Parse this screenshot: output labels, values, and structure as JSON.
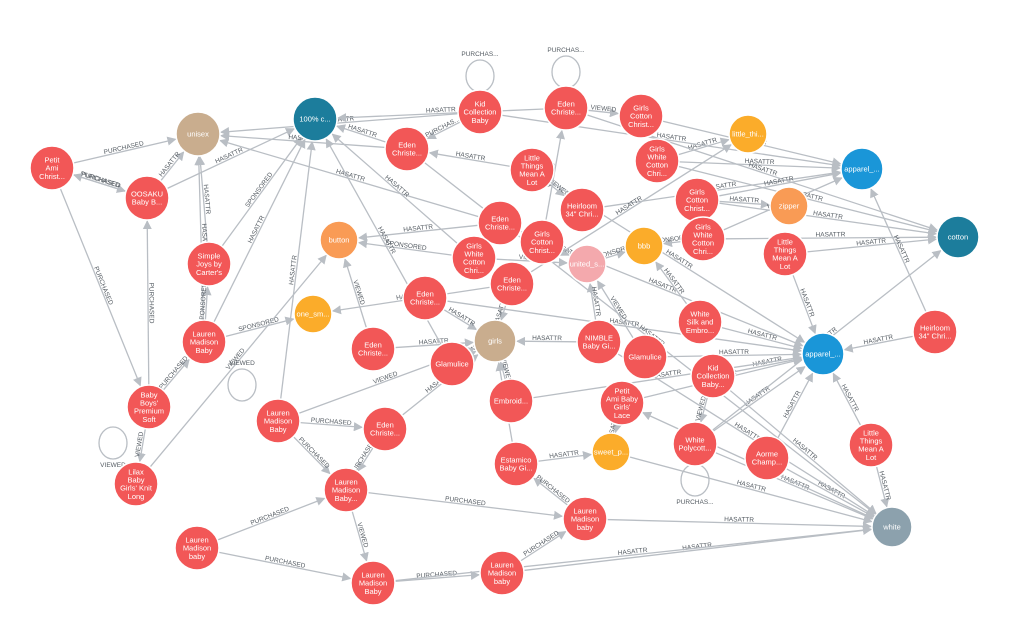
{
  "colors": {
    "product": "#f25757",
    "product_light": "#f4a9ad",
    "attribute_tan": "#c9ad8e",
    "attribute_orange": "#fbac2a",
    "attribute_salmon": "#f99b55",
    "attribute_blue": "#1a96d8",
    "attribute_teal": "#1c7d9c",
    "attribute_gray": "#8ca1ad",
    "edge": "#b9bec4"
  },
  "nodes": [
    {
      "id": "n1",
      "label": [
        "Petit",
        "Ami",
        "Christ..."
      ],
      "type": "product"
    },
    {
      "id": "n2",
      "label": [
        "OOSAKU",
        "Baby B..."
      ],
      "type": "product"
    },
    {
      "id": "n3",
      "label": [
        "unisex"
      ],
      "type": "attribute_tan"
    },
    {
      "id": "n4",
      "label": [
        "100% c..."
      ],
      "type": "attribute_teal"
    },
    {
      "id": "n5",
      "label": [
        "Eden",
        "Christe..."
      ],
      "type": "product"
    },
    {
      "id": "n6",
      "label": [
        "Kid",
        "Collection",
        "Baby"
      ],
      "type": "product"
    },
    {
      "id": "n7",
      "label": [
        "Eden",
        "Christe..."
      ],
      "type": "product"
    },
    {
      "id": "n8",
      "label": [
        "Girls",
        "Cotton",
        "Christ..."
      ],
      "type": "product"
    },
    {
      "id": "n9",
      "label": [
        "little_thi..."
      ],
      "type": "attribute_orange"
    },
    {
      "id": "n10",
      "label": [
        "apparel_..."
      ],
      "type": "attribute_blue"
    },
    {
      "id": "n11",
      "label": [
        "cotton"
      ],
      "type": "attribute_teal"
    },
    {
      "id": "n12",
      "label": [
        "Little",
        "Things",
        "Mean A",
        "Lot"
      ],
      "type": "product"
    },
    {
      "id": "n13",
      "label": [
        "Girls",
        "White",
        "Cotton",
        "Chri..."
      ],
      "type": "product"
    },
    {
      "id": "n14",
      "label": [
        "Heirloom",
        "34\" Chri..."
      ],
      "type": "product"
    },
    {
      "id": "n15",
      "label": [
        "Girls",
        "Cotton",
        "Christ..."
      ],
      "type": "product"
    },
    {
      "id": "n16",
      "label": [
        "zipper"
      ],
      "type": "attribute_salmon"
    },
    {
      "id": "n17",
      "label": [
        "Simple",
        "Joys by",
        "Carter's"
      ],
      "type": "product"
    },
    {
      "id": "n18",
      "label": [
        "button"
      ],
      "type": "attribute_salmon"
    },
    {
      "id": "n19",
      "label": [
        "Eden",
        "Christe..."
      ],
      "type": "product"
    },
    {
      "id": "n20",
      "label": [
        "Girls",
        "White",
        "Cotton",
        "Chri..."
      ],
      "type": "product"
    },
    {
      "id": "n21",
      "label": [
        "Girls",
        "Cotton",
        "Christ..."
      ],
      "type": "product"
    },
    {
      "id": "n22",
      "label": [
        "united_s..."
      ],
      "type": "product_light"
    },
    {
      "id": "n23",
      "label": [
        "bbb"
      ],
      "type": "attribute_orange"
    },
    {
      "id": "n24",
      "label": [
        "Girls",
        "White",
        "Cotton",
        "Chri..."
      ],
      "type": "product"
    },
    {
      "id": "n25",
      "label": [
        "Little",
        "Things",
        "Mean A",
        "Lot"
      ],
      "type": "product"
    },
    {
      "id": "n26",
      "label": [
        "Eden",
        "Christe..."
      ],
      "type": "product"
    },
    {
      "id": "n27",
      "label": [
        "Eden",
        "Christe..."
      ],
      "type": "product"
    },
    {
      "id": "n28",
      "label": [
        "one_sm..."
      ],
      "type": "attribute_orange"
    },
    {
      "id": "n29",
      "label": [
        "Lauren",
        "Madison",
        "Baby"
      ],
      "type": "product"
    },
    {
      "id": "n30",
      "label": [
        "girls"
      ],
      "type": "attribute_tan"
    },
    {
      "id": "n31",
      "label": [
        "NIMBLE",
        "Baby Gi..."
      ],
      "type": "product"
    },
    {
      "id": "n32",
      "label": [
        "White",
        "Silk and",
        "Embro..."
      ],
      "type": "product"
    },
    {
      "id": "n33",
      "label": [
        "Heirloom",
        "34\" Chri..."
      ],
      "type": "product"
    },
    {
      "id": "n34",
      "label": [
        "apparel_..."
      ],
      "type": "attribute_blue"
    },
    {
      "id": "n35",
      "label": [
        "Baby",
        "Boys'",
        "Premium",
        "Soft"
      ],
      "type": "product"
    },
    {
      "id": "n36",
      "label": [
        "Eden",
        "Christe..."
      ],
      "type": "product"
    },
    {
      "id": "n37",
      "label": [
        "Glamulice"
      ],
      "type": "product"
    },
    {
      "id": "n38",
      "label": [
        "Glamulice"
      ],
      "type": "product"
    },
    {
      "id": "n39",
      "label": [
        "Kid",
        "Collection",
        "Baby..."
      ],
      "type": "product"
    },
    {
      "id": "n40",
      "label": [
        "Embroid..."
      ],
      "type": "product"
    },
    {
      "id": "n41",
      "label": [
        "Petit",
        "Ami Baby",
        "Girls'",
        "Lace"
      ],
      "type": "product"
    },
    {
      "id": "n42",
      "label": [
        "Lauren",
        "Madison",
        "Baby"
      ],
      "type": "product"
    },
    {
      "id": "n43",
      "label": [
        "Eden",
        "Christe..."
      ],
      "type": "product"
    },
    {
      "id": "n44",
      "label": [
        "Estamico",
        "Baby Gi..."
      ],
      "type": "product"
    },
    {
      "id": "n45",
      "label": [
        "sweet_p..."
      ],
      "type": "attribute_orange"
    },
    {
      "id": "n46",
      "label": [
        "White",
        "Polycott..."
      ],
      "type": "product"
    },
    {
      "id": "n47",
      "label": [
        "Aorme",
        "Champ..."
      ],
      "type": "product"
    },
    {
      "id": "n48",
      "label": [
        "Little",
        "Things",
        "Mean A",
        "Lot"
      ],
      "type": "product"
    },
    {
      "id": "n49",
      "label": [
        "Lilax",
        "Baby",
        "Girls' Knit",
        "Long"
      ],
      "type": "product"
    },
    {
      "id": "n50",
      "label": [
        "Lauren",
        "Madison",
        "Baby..."
      ],
      "type": "product"
    },
    {
      "id": "n51",
      "label": [
        "Lauren",
        "Madison",
        "baby"
      ],
      "type": "product"
    },
    {
      "id": "n52",
      "label": [
        "white"
      ],
      "type": "attribute_gray"
    },
    {
      "id": "n53",
      "label": [
        "Lauren",
        "Madison",
        "baby"
      ],
      "type": "product"
    },
    {
      "id": "n54",
      "label": [
        "Lauren",
        "Madison",
        "Baby"
      ],
      "type": "product"
    },
    {
      "id": "n55",
      "label": [
        "Lauren",
        "Madison",
        "baby"
      ],
      "type": "product"
    }
  ],
  "edges": [
    {
      "s": "n1",
      "t": "n3",
      "label": "PURCHASED"
    },
    {
      "s": "n1",
      "t": "n2",
      "label": "PURCHASED"
    },
    {
      "s": "n2",
      "t": "n1",
      "label": "PURCHASED"
    },
    {
      "s": "n1",
      "t": "n35",
      "label": "PURCHASED"
    },
    {
      "s": "n35",
      "t": "n2",
      "label": "PURCHASED"
    },
    {
      "s": "n35",
      "t": "n29",
      "label": "PURCHASED"
    },
    {
      "s": "n35",
      "t": "n49",
      "label": "VIEWED"
    },
    {
      "s": "n2",
      "t": "n3",
      "label": "HASATTR"
    },
    {
      "s": "n2",
      "t": "n4",
      "label": "HASATTR"
    },
    {
      "s": "n17",
      "t": "n3",
      "label": "HASATTR"
    },
    {
      "s": "n17",
      "t": "n4",
      "label": "SPONSORED"
    },
    {
      "s": "n29",
      "t": "n3",
      "label": "HASATTR"
    },
    {
      "s": "n29",
      "t": "n17",
      "label": "SPONSORED"
    },
    {
      "s": "n29",
      "t": "n28",
      "label": "SPONSORED"
    },
    {
      "s": "n49",
      "t": "n18",
      "label": "VIEWED"
    },
    {
      "s": "n5",
      "t": "n3",
      "label": "HASATTR"
    },
    {
      "s": "n5",
      "t": "n4",
      "label": "HASATTR"
    },
    {
      "s": "n6",
      "t": "n3",
      "label": "HASATTR"
    },
    {
      "s": "n7",
      "t": "n4",
      "label": "HASATTR"
    },
    {
      "s": "n6",
      "t": "n5",
      "label": "PURCHAS..."
    },
    {
      "s": "n7",
      "t": "n8",
      "label": "VIEWED"
    },
    {
      "s": "n19",
      "t": "n3",
      "label": "HASATTR"
    },
    {
      "s": "n19",
      "t": "n18",
      "label": "HASATTR"
    },
    {
      "s": "n20",
      "t": "n18",
      "label": "SPONSORED"
    },
    {
      "s": "n20",
      "t": "n4",
      "label": "HASATTR"
    },
    {
      "s": "n12",
      "t": "n5",
      "label": "HASATTR"
    },
    {
      "s": "n12",
      "t": "n14",
      "label": "VIEWED"
    },
    {
      "s": "n14",
      "t": "n10",
      "label": "HASATTR"
    },
    {
      "s": "n13",
      "t": "n9",
      "label": "HASATTR"
    },
    {
      "s": "n13",
      "t": "n10",
      "label": "HASATTR"
    },
    {
      "s": "n15",
      "t": "n10",
      "label": "HASATTR"
    },
    {
      "s": "n15",
      "t": "n16",
      "label": "HASATTR"
    },
    {
      "s": "n24",
      "t": "n11",
      "label": "HASATTR"
    },
    {
      "s": "n25",
      "t": "n11",
      "label": "HASATTR"
    },
    {
      "s": "n25",
      "t": "n34",
      "label": "HASATTR"
    },
    {
      "s": "n33",
      "t": "n34",
      "label": "HASATTR"
    },
    {
      "s": "n33",
      "t": "n10",
      "label": "HASATTR"
    },
    {
      "s": "n22",
      "t": "n23",
      "label": "SPONSORED"
    },
    {
      "s": "n21",
      "t": "n22",
      "label": "HASATTR"
    },
    {
      "s": "n27",
      "t": "n30",
      "label": "HASATTR"
    },
    {
      "s": "n26",
      "t": "n30",
      "label": "HASATTR"
    },
    {
      "s": "n26",
      "t": "n28",
      "label": "HASATTR"
    },
    {
      "s": "n36",
      "t": "n30",
      "label": "HASATTR"
    },
    {
      "s": "n37",
      "t": "n30",
      "label": "HASATTR"
    },
    {
      "s": "n31",
      "t": "n30",
      "label": "HASATTR"
    },
    {
      "s": "n31",
      "t": "n22",
      "label": "HASATTR"
    },
    {
      "s": "n32",
      "t": "n34",
      "label": "HASATTR"
    },
    {
      "s": "n38",
      "t": "n34",
      "label": "HASATTR"
    },
    {
      "s": "n39",
      "t": "n34",
      "label": "HASATTR"
    },
    {
      "s": "n39",
      "t": "n46",
      "label": "VIEWED"
    },
    {
      "s": "n40",
      "t": "n30",
      "label": "VIEWED"
    },
    {
      "s": "n41",
      "t": "n34",
      "label": "HASATTR"
    },
    {
      "s": "n41",
      "t": "n45",
      "label": "HASATTR"
    },
    {
      "s": "n44",
      "t": "n45",
      "label": "HASATTR"
    },
    {
      "s": "n44",
      "t": "n30",
      "label": "HASATTR"
    },
    {
      "s": "n46",
      "t": "n34",
      "label": "HASATTR"
    },
    {
      "s": "n46",
      "t": "n52",
      "label": "HASATTR"
    },
    {
      "s": "n47",
      "t": "n34",
      "label": "HASATTR"
    },
    {
      "s": "n47",
      "t": "n52",
      "label": "HASATTR"
    },
    {
      "s": "n48",
      "t": "n34",
      "label": "HASATTR"
    },
    {
      "s": "n48",
      "t": "n52",
      "label": "HASATTR"
    },
    {
      "s": "n42",
      "t": "n30",
      "label": "VIEWED"
    },
    {
      "s": "n42",
      "t": "n43",
      "label": "PURCHASED"
    },
    {
      "s": "n42",
      "t": "n50",
      "label": "PURCHASED"
    },
    {
      "s": "n43",
      "t": "n30",
      "label": "HASATTR"
    },
    {
      "s": "n43",
      "t": "n50",
      "label": "PURCHASED"
    },
    {
      "s": "n50",
      "t": "n54",
      "label": "VIEWED"
    },
    {
      "s": "n50",
      "t": "n51",
      "label": "PURCHASED"
    },
    {
      "s": "n51",
      "t": "n52",
      "label": "HASATTR"
    },
    {
      "s": "n51",
      "t": "n44",
      "label": "PURCHASED"
    },
    {
      "s": "n53",
      "t": "n54",
      "label": "PURCHASED"
    },
    {
      "s": "n53",
      "t": "n50",
      "label": "PURCHASED"
    },
    {
      "s": "n54",
      "t": "n55",
      "label": "PURCHASED"
    },
    {
      "s": "n55",
      "t": "n52",
      "label": "HASATTR"
    },
    {
      "s": "n55",
      "t": "n51",
      "label": "PURCHASED"
    },
    {
      "s": "n54",
      "t": "n52",
      "label": "HASATTR"
    },
    {
      "s": "n52",
      "t": "n41",
      "label": "HASATTR"
    },
    {
      "s": "n24",
      "t": "n23",
      "label": "SPONSORED"
    },
    {
      "s": "n24",
      "t": "n10",
      "label": "HASATTR"
    },
    {
      "s": "n20",
      "t": "n22",
      "label": "VIEWED"
    },
    {
      "s": "n21",
      "t": "n7",
      "label": "VIEWED"
    },
    {
      "s": "n8",
      "t": "n10",
      "label": "HASATTR"
    },
    {
      "s": "n6",
      "t": "n10",
      "label": "HASATTR"
    },
    {
      "s": "n7",
      "t": "n11",
      "label": "HASATTR"
    },
    {
      "s": "n19",
      "t": "n34",
      "label": "HASATTR"
    },
    {
      "s": "n27",
      "t": "n34",
      "label": "HASATTR"
    },
    {
      "s": "n5",
      "t": "n52",
      "label": "HASATTR"
    },
    {
      "s": "n12",
      "t": "n34",
      "label": "HASATTR"
    },
    {
      "s": "n36",
      "t": "n18",
      "label": "VIEWED"
    },
    {
      "s": "n38",
      "t": "n22",
      "label": "VIEWED"
    },
    {
      "s": "n32",
      "t": "n23",
      "label": "HASATTR"
    },
    {
      "s": "n40",
      "t": "n34",
      "label": "HASATTR"
    },
    {
      "s": "n29",
      "t": "n4",
      "label": "HASATTR"
    },
    {
      "s": "n42",
      "t": "n4",
      "label": "HASATTR"
    },
    {
      "s": "n37",
      "t": "n4",
      "label": "HASATTR"
    },
    {
      "s": "n26",
      "t": "n9",
      "label": "HASATTR"
    },
    {
      "s": "n15",
      "t": "n11",
      "label": "HASATTR"
    },
    {
      "s": "n13",
      "t": "n11",
      "label": "HASATTR"
    },
    {
      "s": "n46",
      "t": "n11",
      "label": "HASATTR"
    },
    {
      "s": "n45",
      "t": "n52",
      "label": "HASATTR"
    },
    {
      "s": "n31",
      "t": "n52",
      "label": "HASATTR"
    },
    {
      "s": "n39",
      "t": "n52",
      "label": "HASATTR"
    }
  ],
  "loops": [
    {
      "node": "n6",
      "label": "PURCHAS..."
    },
    {
      "node": "n7",
      "label": "PURCHAS..."
    },
    {
      "node": "n46",
      "label": "PURCHAS..."
    },
    {
      "node": "n35",
      "label": "VIEWED"
    },
    {
      "node": "n42",
      "label": "VIEWED"
    }
  ]
}
